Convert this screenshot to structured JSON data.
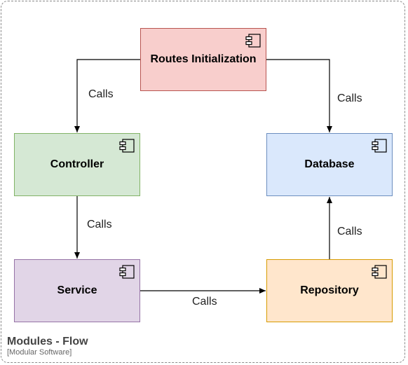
{
  "boundary": {
    "title": "Modules - Flow",
    "subtitle": "[Modular Software]"
  },
  "nodes": {
    "routes": {
      "label": "Routes Initialization",
      "fill": "#f8cecc",
      "stroke": "#b85450"
    },
    "controller": {
      "label": "Controller",
      "fill": "#d5e8d4",
      "stroke": "#82b366"
    },
    "database": {
      "label": "Database",
      "fill": "#dae8fc",
      "stroke": "#6c8ebf"
    },
    "service": {
      "label": "Service",
      "fill": "#e1d5e7",
      "stroke": "#9673a6"
    },
    "repository": {
      "label": "Repository",
      "fill": "#ffe6cc",
      "stroke": "#d79b00"
    }
  },
  "edges": [
    {
      "from": "Routes Initialization",
      "to": "Controller",
      "label": "Calls"
    },
    {
      "from": "Routes Initialization",
      "to": "Database",
      "label": "Calls"
    },
    {
      "from": "Controller",
      "to": "Service",
      "label": "Calls"
    },
    {
      "from": "Service",
      "to": "Repository",
      "label": "Calls"
    },
    {
      "from": "Repository",
      "to": "Database",
      "label": "Calls"
    }
  ],
  "colors": {
    "edge": "#000000",
    "frame": "#8a8a8a"
  },
  "icon": "component-icon"
}
